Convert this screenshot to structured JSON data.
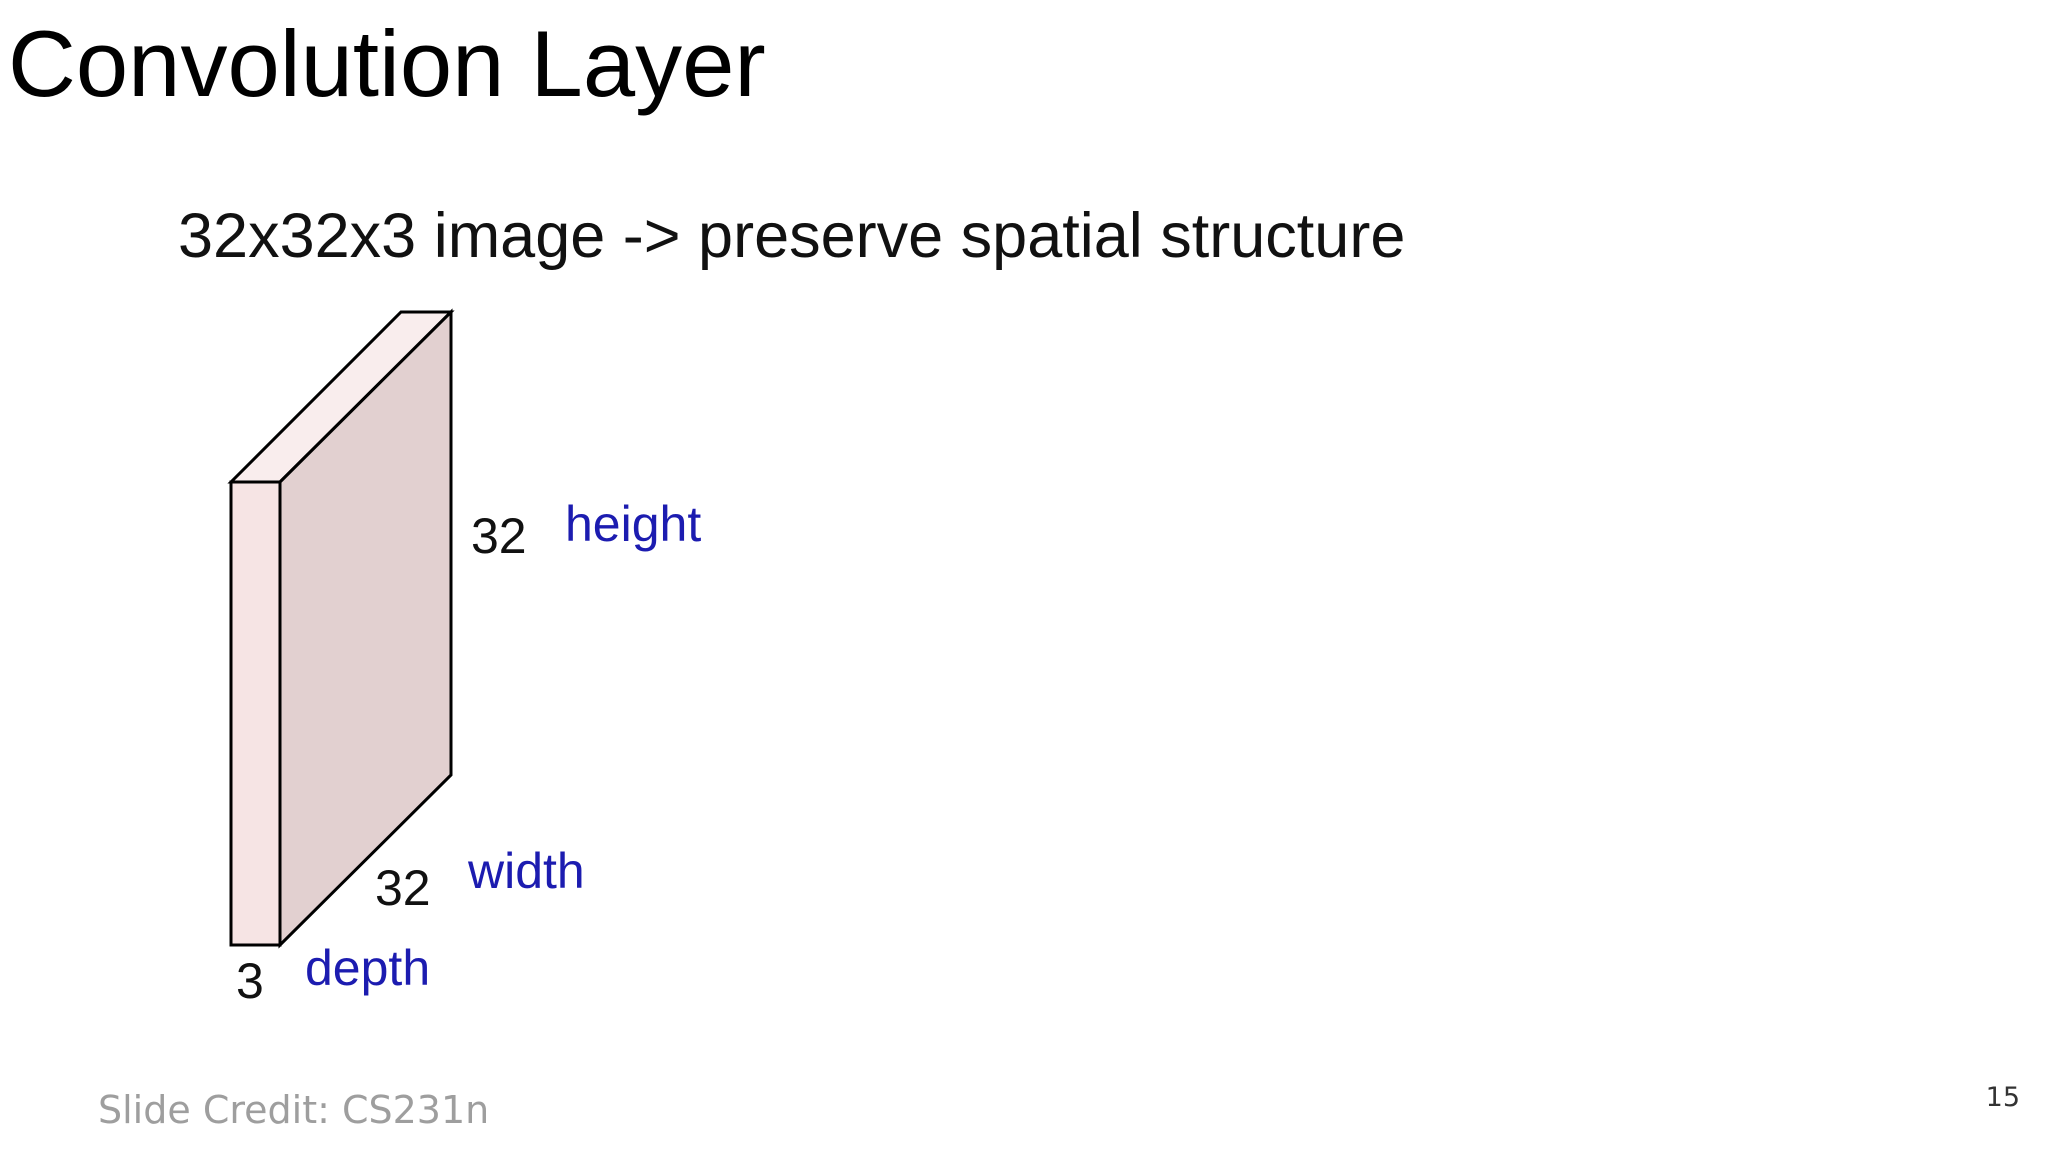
{
  "slide": {
    "title": "Convolution Layer",
    "subtitle": "32x32x3 image -> preserve spatial structure",
    "credit": "Slide Credit: CS231n",
    "page_number": "15"
  },
  "volume": {
    "height_value": "32",
    "height_label": "height",
    "width_value": "32",
    "width_label": "width",
    "depth_value": "3",
    "depth_label": "depth"
  },
  "colors": {
    "dimension_label": "#1c1cb0",
    "front_face": "#f6e4e4",
    "side_face": "#e2d0d0",
    "top_face": "#f9eded",
    "outline": "#000000"
  }
}
